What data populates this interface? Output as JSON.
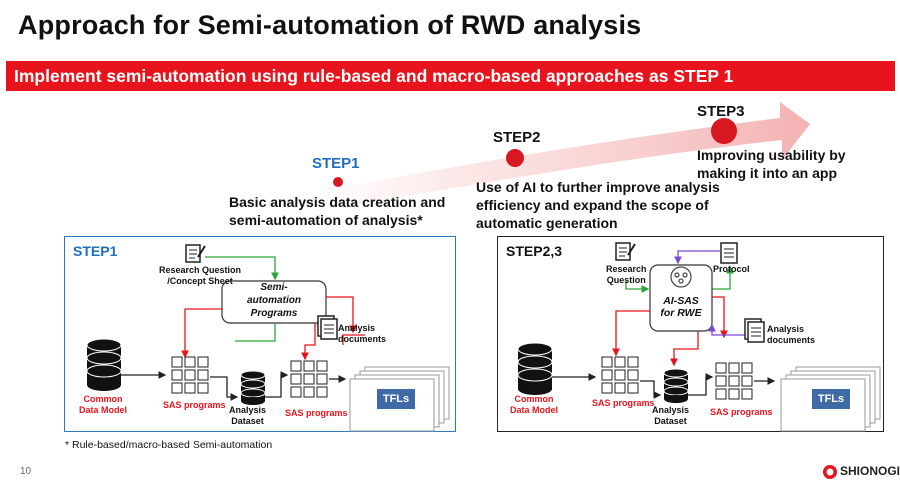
{
  "title": "Approach for Semi-automation of RWD analysis",
  "banner": "Implement semi-automation using rule-based and macro-based approaches as STEP 1",
  "roadmap": {
    "step1": {
      "label": "STEP1",
      "desc_line1": "Basic analysis data creation and",
      "desc_line2": "semi-automation of analysis*"
    },
    "step2": {
      "label": "STEP2",
      "desc_line1": "Use of AI to further improve analysis",
      "desc_line2": "efficiency and expand the scope of",
      "desc_line3": "automatic generation"
    },
    "step3": {
      "label": "STEP3",
      "desc_line1": "Improving usability by",
      "desc_line2": "making it into an app"
    }
  },
  "panel_left": {
    "title": "STEP1",
    "research_question": "Research Question\n/Concept Sheet",
    "semi_automation": "Semi-\nautomation\nPrograms",
    "analysis_documents": "Analysis\ndocuments",
    "common_data_model": "Common\nData Model",
    "sas_programs_1": "SAS programs",
    "analysis_dataset": "Analysis\nDataset",
    "sas_programs_2": "SAS programs",
    "tfls": "TFLs"
  },
  "panel_right": {
    "title": "STEP2,3",
    "research_question": "Research\nQuestion",
    "protocol": "Protocol",
    "ai_sas": "AI-SAS\nfor RWE",
    "analysis_documents": "Analysis\ndocuments",
    "common_data_model": "Common\nData Model",
    "sas_programs_1": "SAS programs",
    "analysis_dataset": "Analysis\nDataset",
    "sas_programs_2": "SAS programs",
    "tfls": "TFLs"
  },
  "footnote": "* Rule-based/macro-based Semi-automation",
  "page_number": "10",
  "brand": "SHIONOGI",
  "colors": {
    "red": "#e8141d",
    "blue": "#1f6fc1",
    "green": "#2aa63a",
    "purple": "#7a4bd1"
  }
}
